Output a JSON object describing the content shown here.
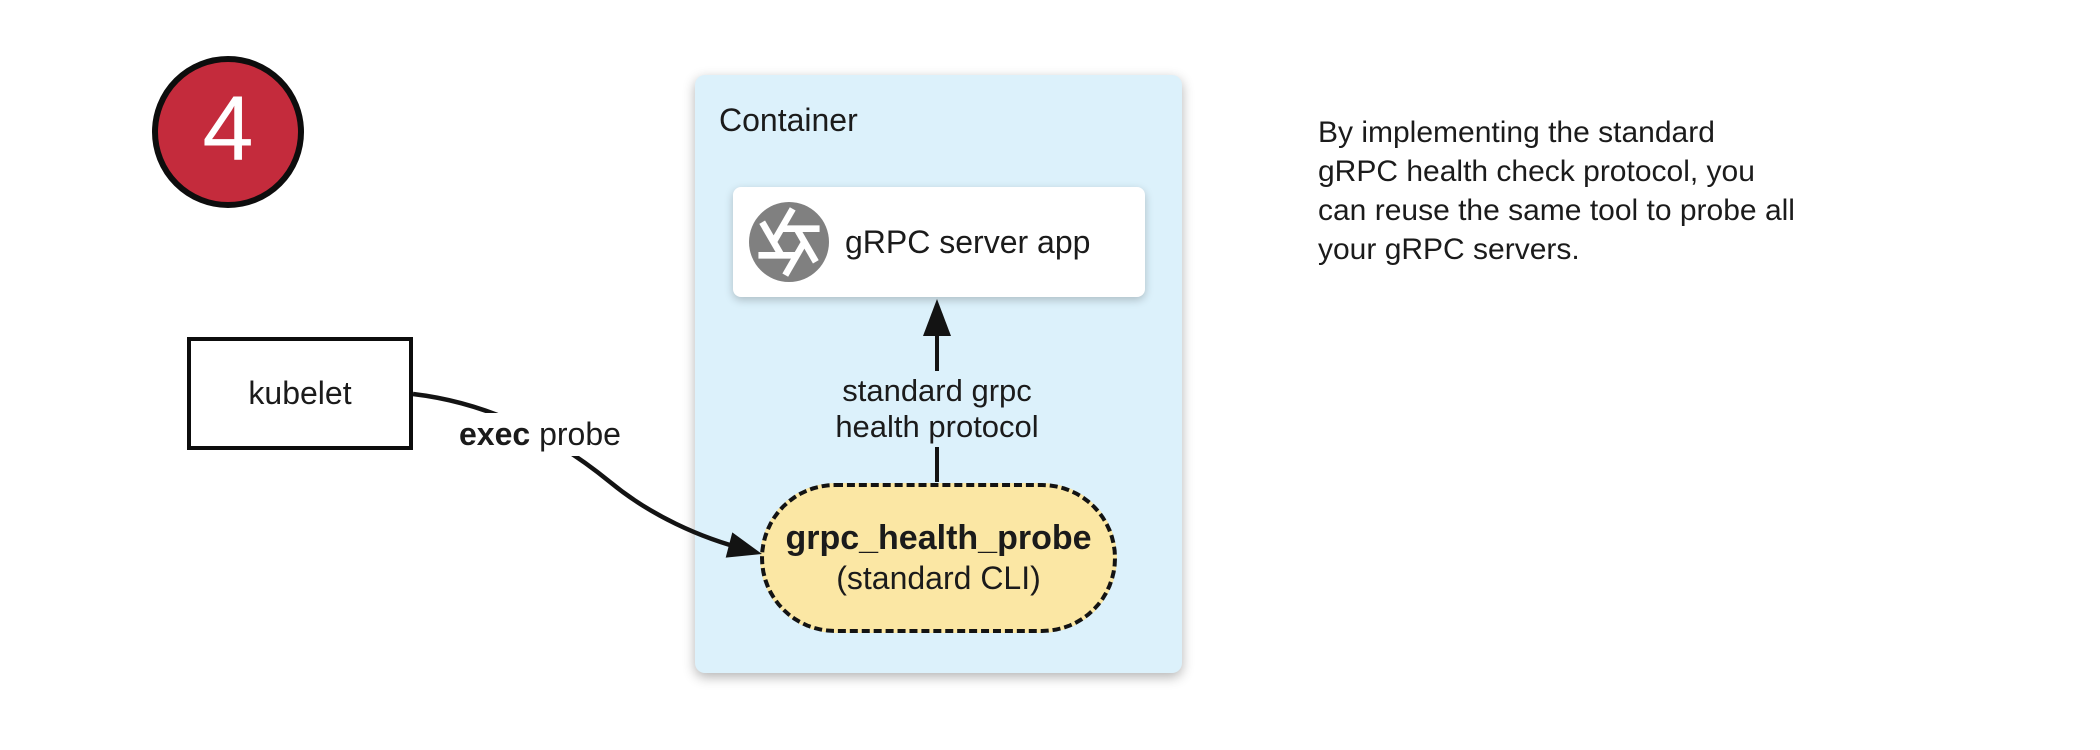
{
  "colors": {
    "badge_red": "#c42b3c",
    "container_blue": "#dcf1fb",
    "probe_yellow": "#fbe7a4",
    "icon_gray": "#808080",
    "line_black": "#131313"
  },
  "badge": {
    "number": "4"
  },
  "kubelet": {
    "label": "kubelet"
  },
  "exec_probe_edge": {
    "label_bold": "exec",
    "label_rest": " probe"
  },
  "container": {
    "title": "Container"
  },
  "grpc_server": {
    "label": "gRPC server app",
    "icon": "aperture-icon"
  },
  "health_protocol_edge": {
    "line1": "standard grpc",
    "line2": "health protocol"
  },
  "probe_box": {
    "title": "grpc_health_probe",
    "subtitle": "(standard CLI)"
  },
  "note": {
    "line1": "By implementing the standard",
    "line2": "gRPC health check protocol, you",
    "line3": "can reuse the same tool to probe all",
    "line4": "your gRPC servers."
  }
}
